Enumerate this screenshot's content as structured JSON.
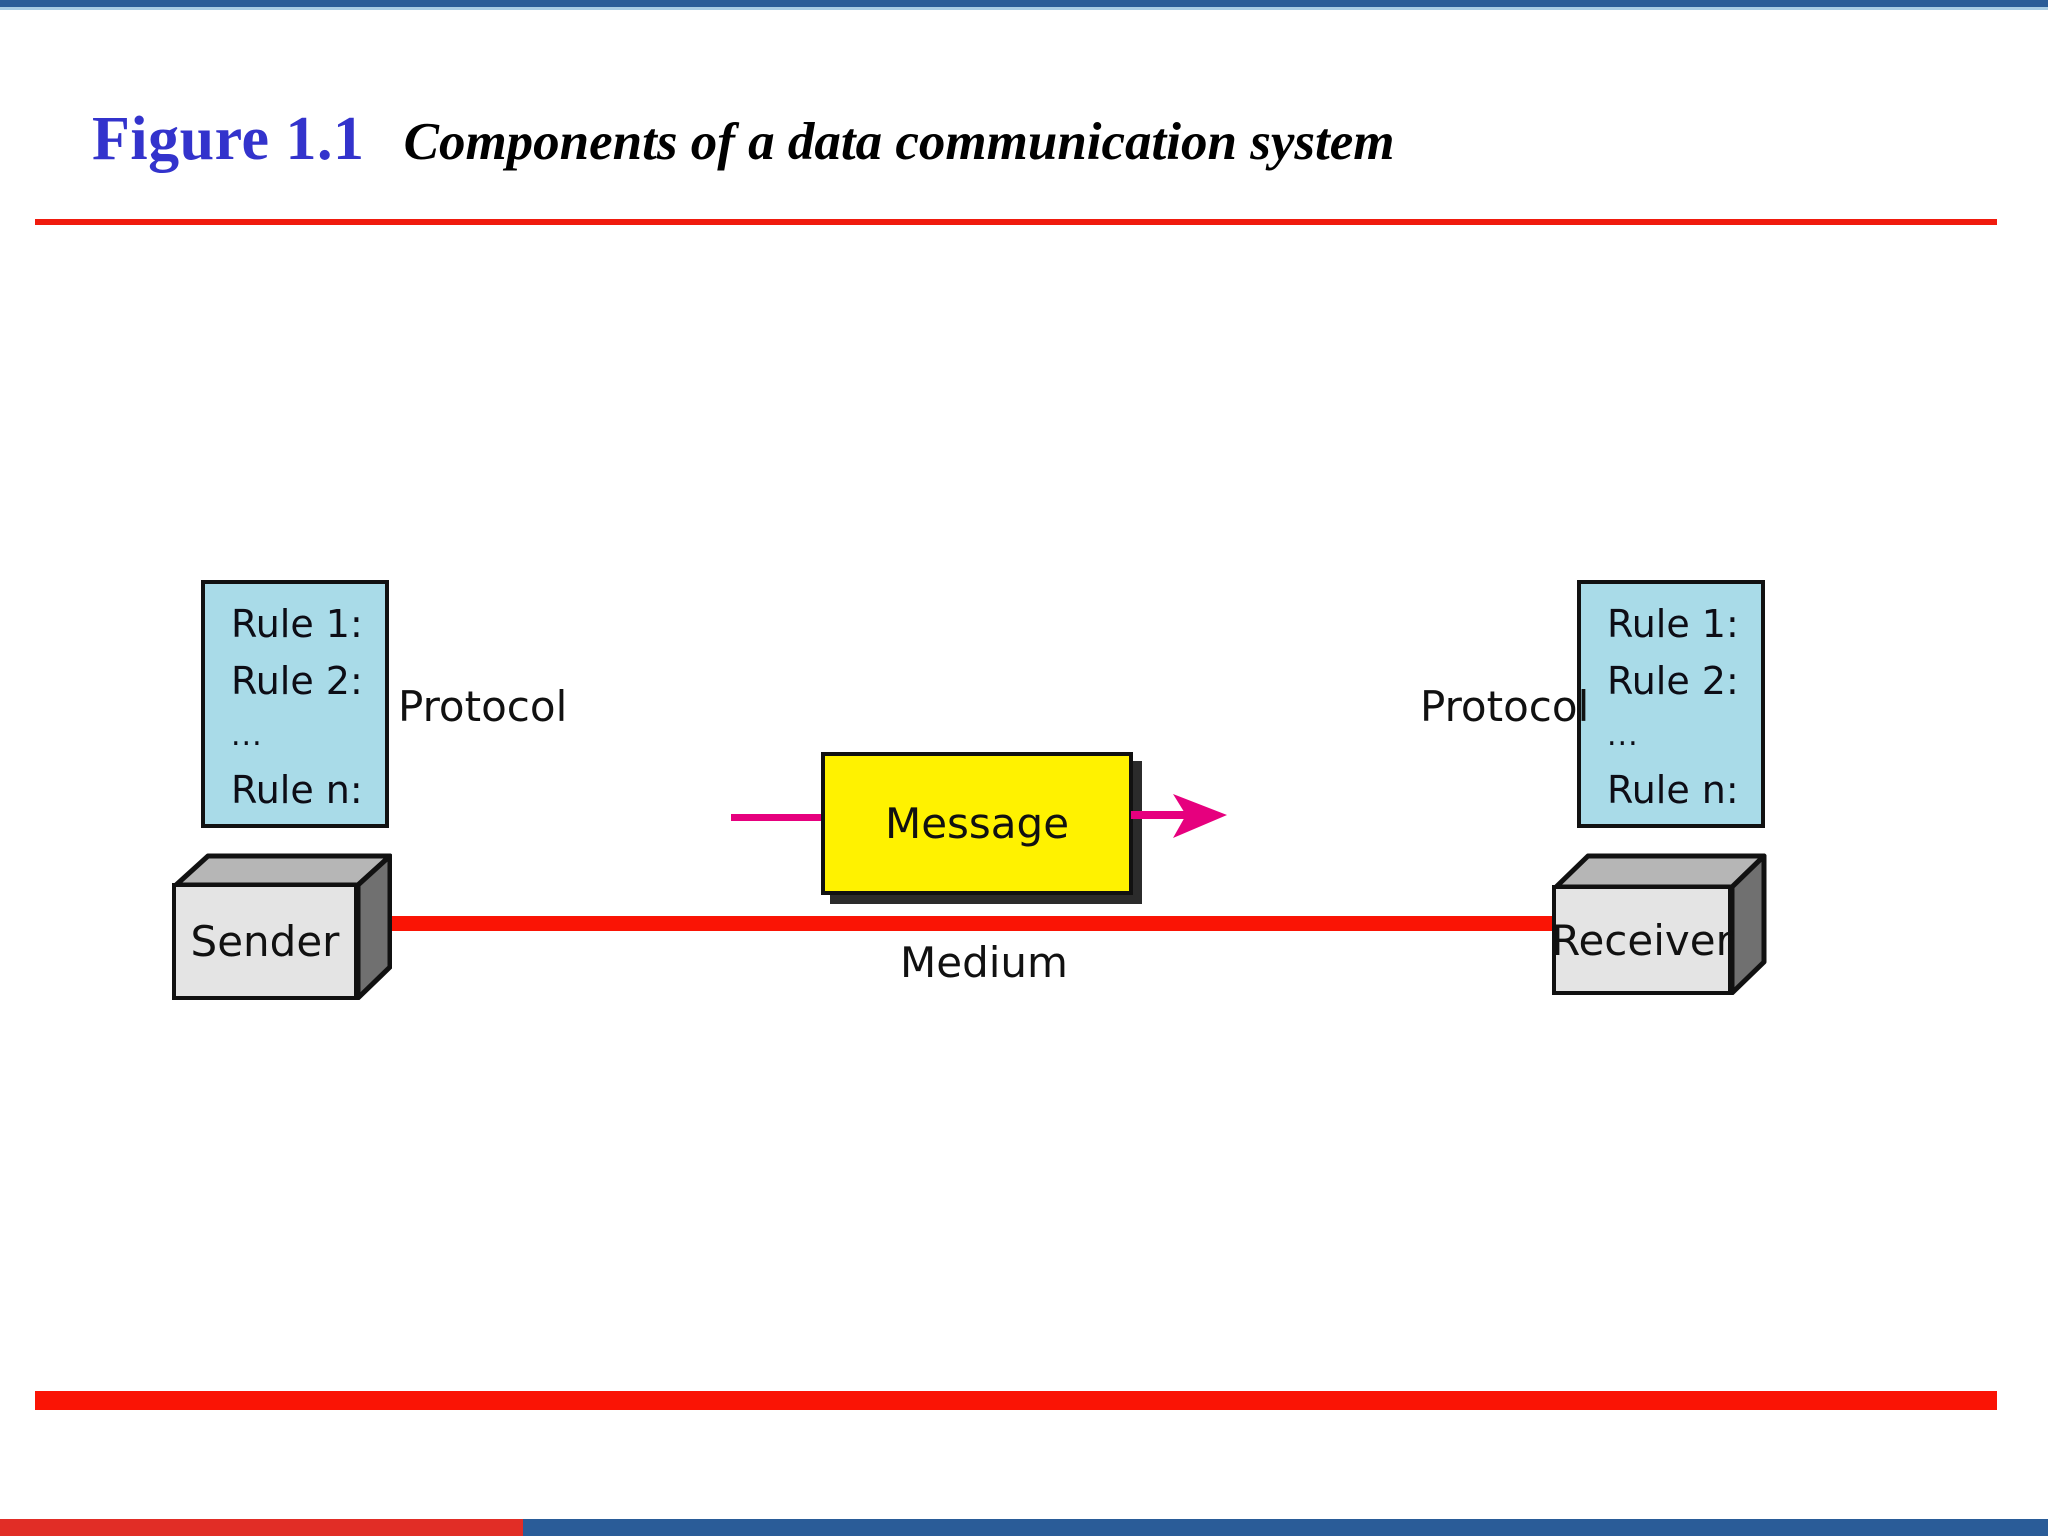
{
  "slide": {
    "figure_number": "Figure 1.1",
    "caption": "Components of a data communication system",
    "accent_blue": "#3333CC",
    "rule_red": "#FA1405",
    "chrome_blue": "#2A5C98",
    "chrome_red": "#E12D26"
  },
  "diagram": {
    "protocol_left": {
      "caption": "Protocol",
      "rules": [
        "Rule 1:",
        "Rule 2:",
        "...",
        "Rule n:"
      ],
      "fill_color": "#A9DBE8"
    },
    "protocol_right": {
      "caption": "Protocol",
      "rules": [
        "Rule 1:",
        "Rule 2:",
        "...",
        "Rule n:"
      ],
      "fill_color": "#A9DBE8"
    },
    "sender": {
      "label": "Sender",
      "fill_color": "#E4E4E4"
    },
    "receiver": {
      "label": "Receiver",
      "fill_color": "#E4E4E4"
    },
    "message": {
      "label": "Message",
      "fill_color": "#FFF200"
    },
    "medium": {
      "label": "Medium",
      "line_color": "#FA1405"
    },
    "flow_arrow": {
      "color": "#E6007E",
      "direction": "left-to-right"
    }
  }
}
